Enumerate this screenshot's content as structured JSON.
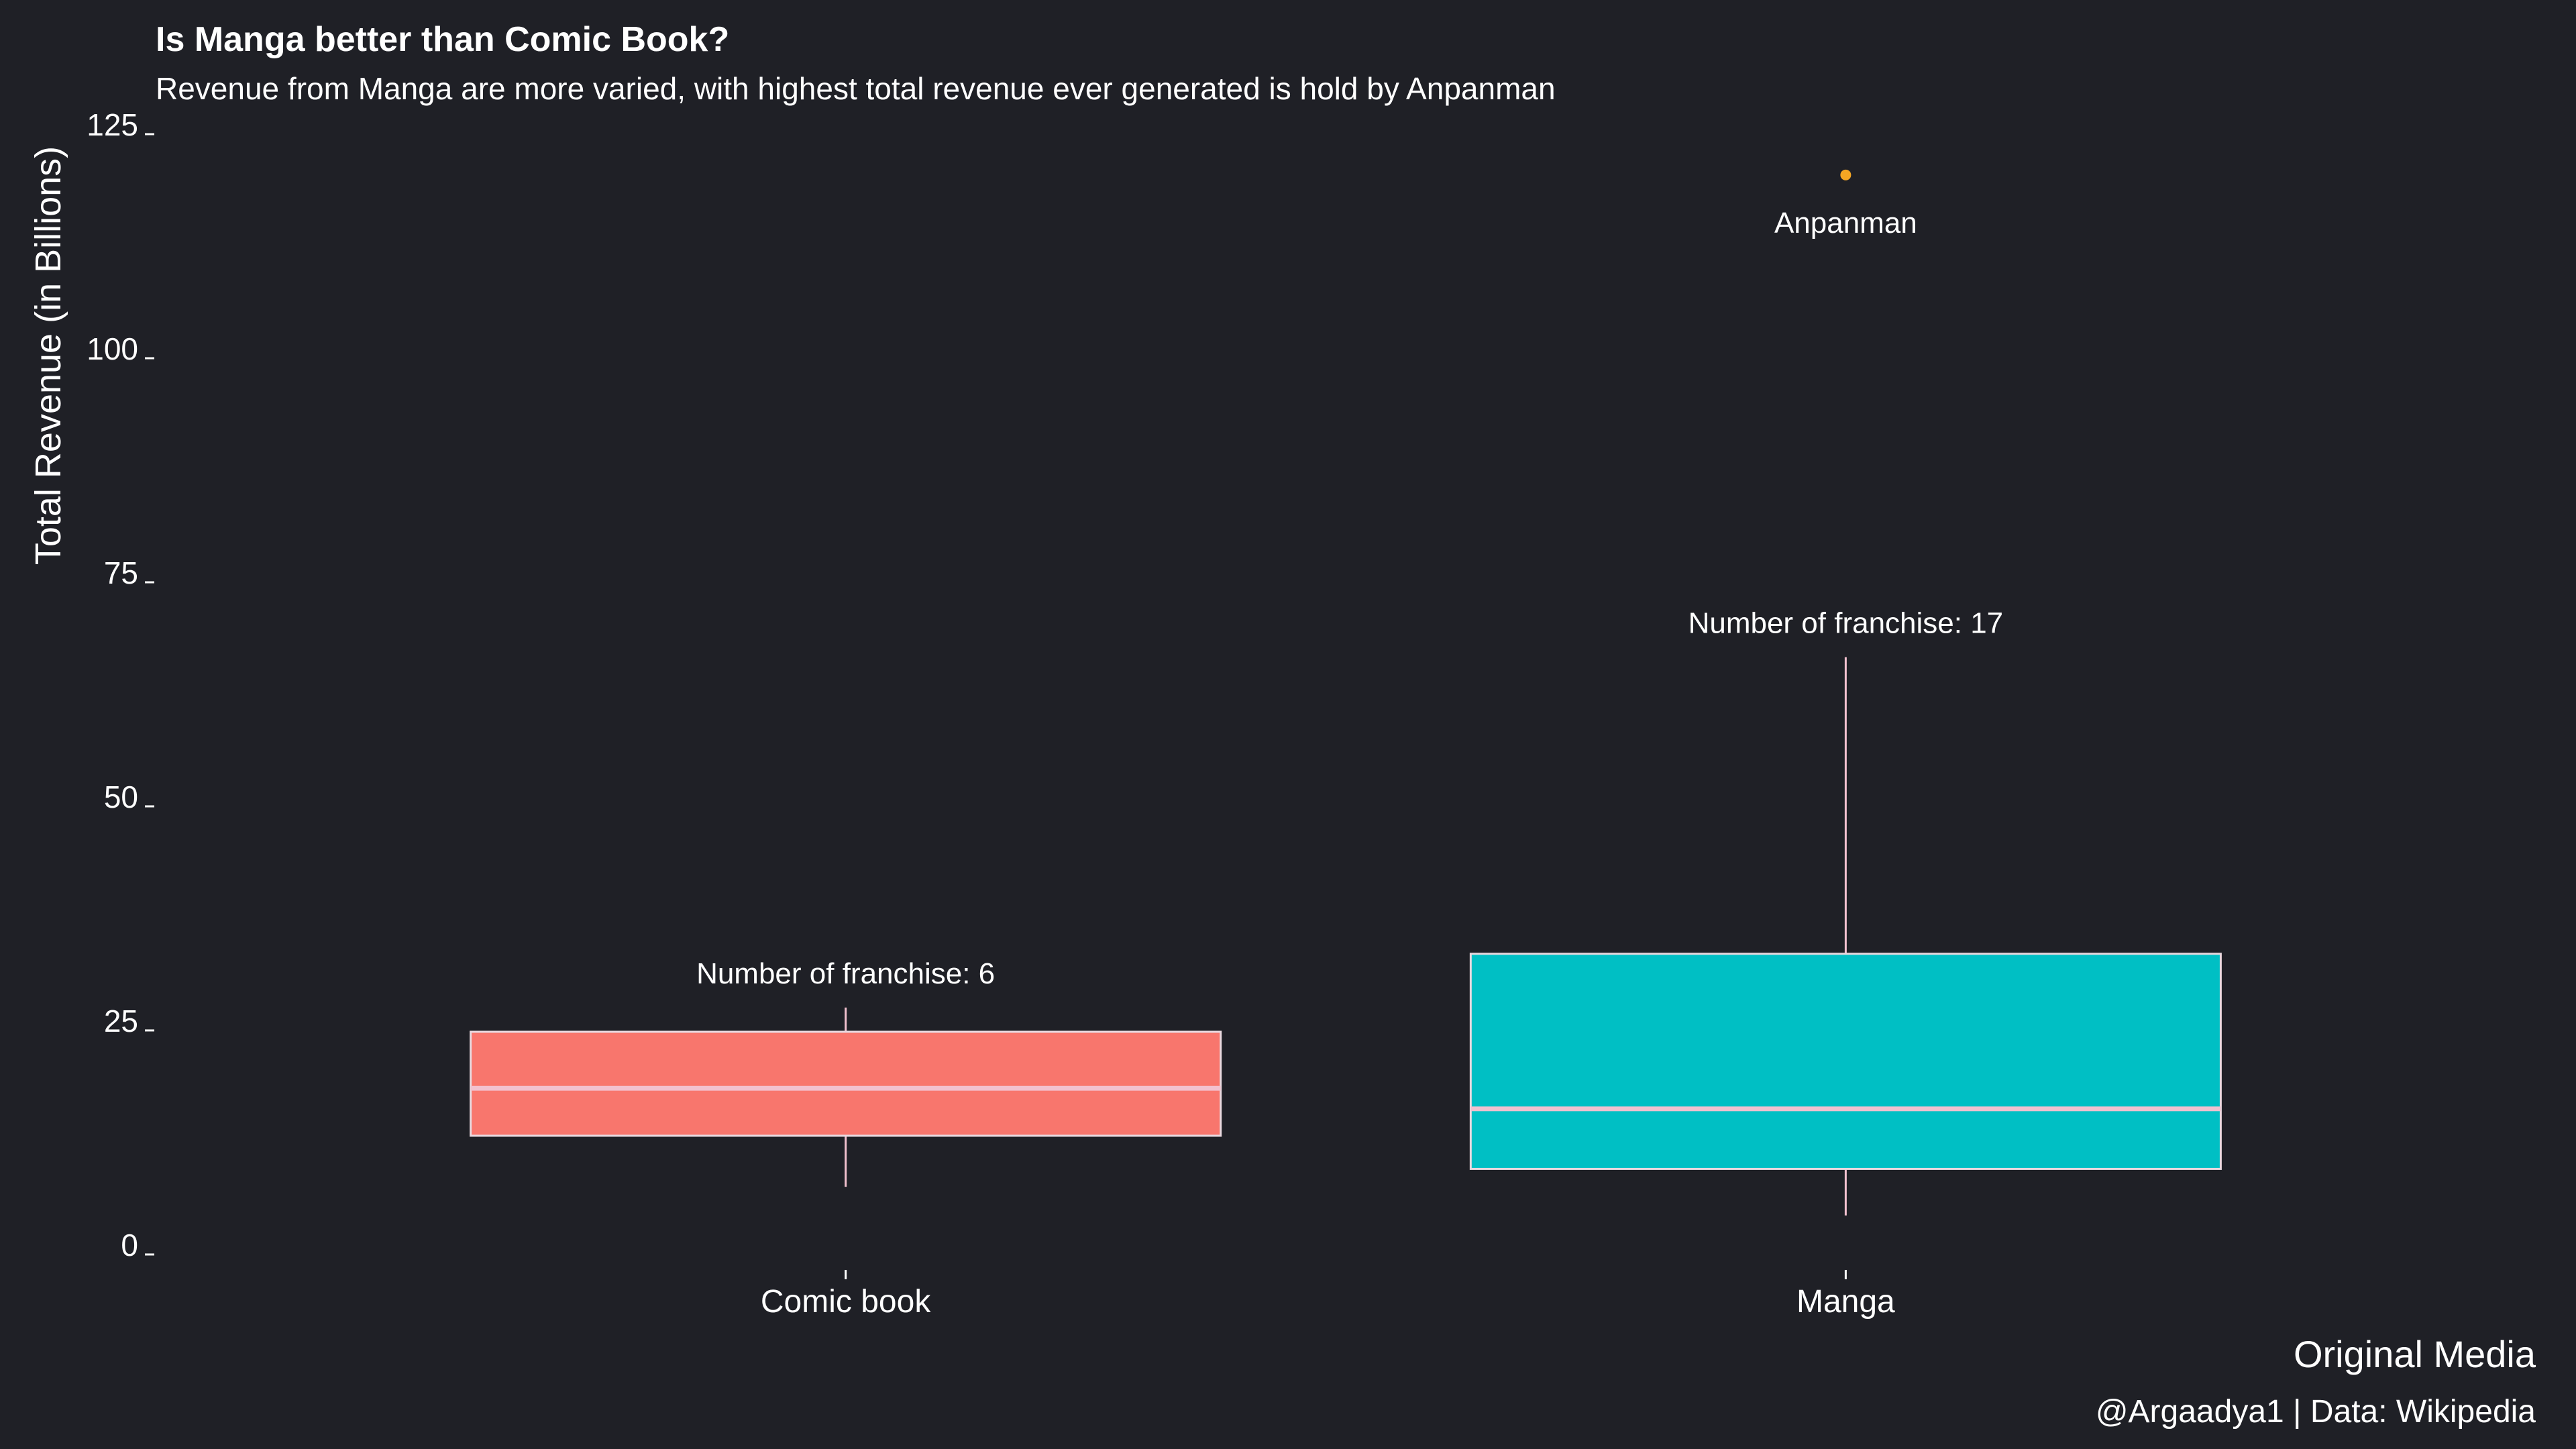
{
  "chart_data": {
    "type": "box",
    "title": "Is Manga better than Comic Book?",
    "subtitle": "Revenue from Manga are more varied, with highest total revenue ever generated is hold by Anpanman",
    "xlabel": "Original Media",
    "ylabel": "Total Revenue (in Billions)",
    "caption": "@Argaadya1 | Data: Wikipedia",
    "ylim": [
      0,
      125
    ],
    "yticks": [
      0,
      25,
      50,
      75,
      100,
      125
    ],
    "grid": false,
    "categories": [
      "Comic book",
      "Manga"
    ],
    "boxes": [
      {
        "category": "Comic book",
        "whisker_low": 6.5,
        "q1": 12.2,
        "median": 17.5,
        "q3": 23.8,
        "whisker_high": 26.5,
        "outliers": [],
        "fill": "#f8766d",
        "annotation": "Number of franchise: 6"
      },
      {
        "category": "Manga",
        "whisker_low": 3.3,
        "q1": 8.5,
        "median": 15.2,
        "q3": 32.5,
        "whisker_high": 65.6,
        "outliers": [
          {
            "value": 119.4,
            "label": "Anpanman"
          }
        ],
        "fill": "#00bfc4",
        "annotation": "Number of franchise: 17"
      }
    ],
    "colors": {
      "background": "#1f2026",
      "box_stroke": "#e9d9df",
      "median": "#f2c1cf",
      "whisker": "#f2c1cf",
      "outlier": "#f5a623",
      "text": "#ffffff"
    }
  }
}
